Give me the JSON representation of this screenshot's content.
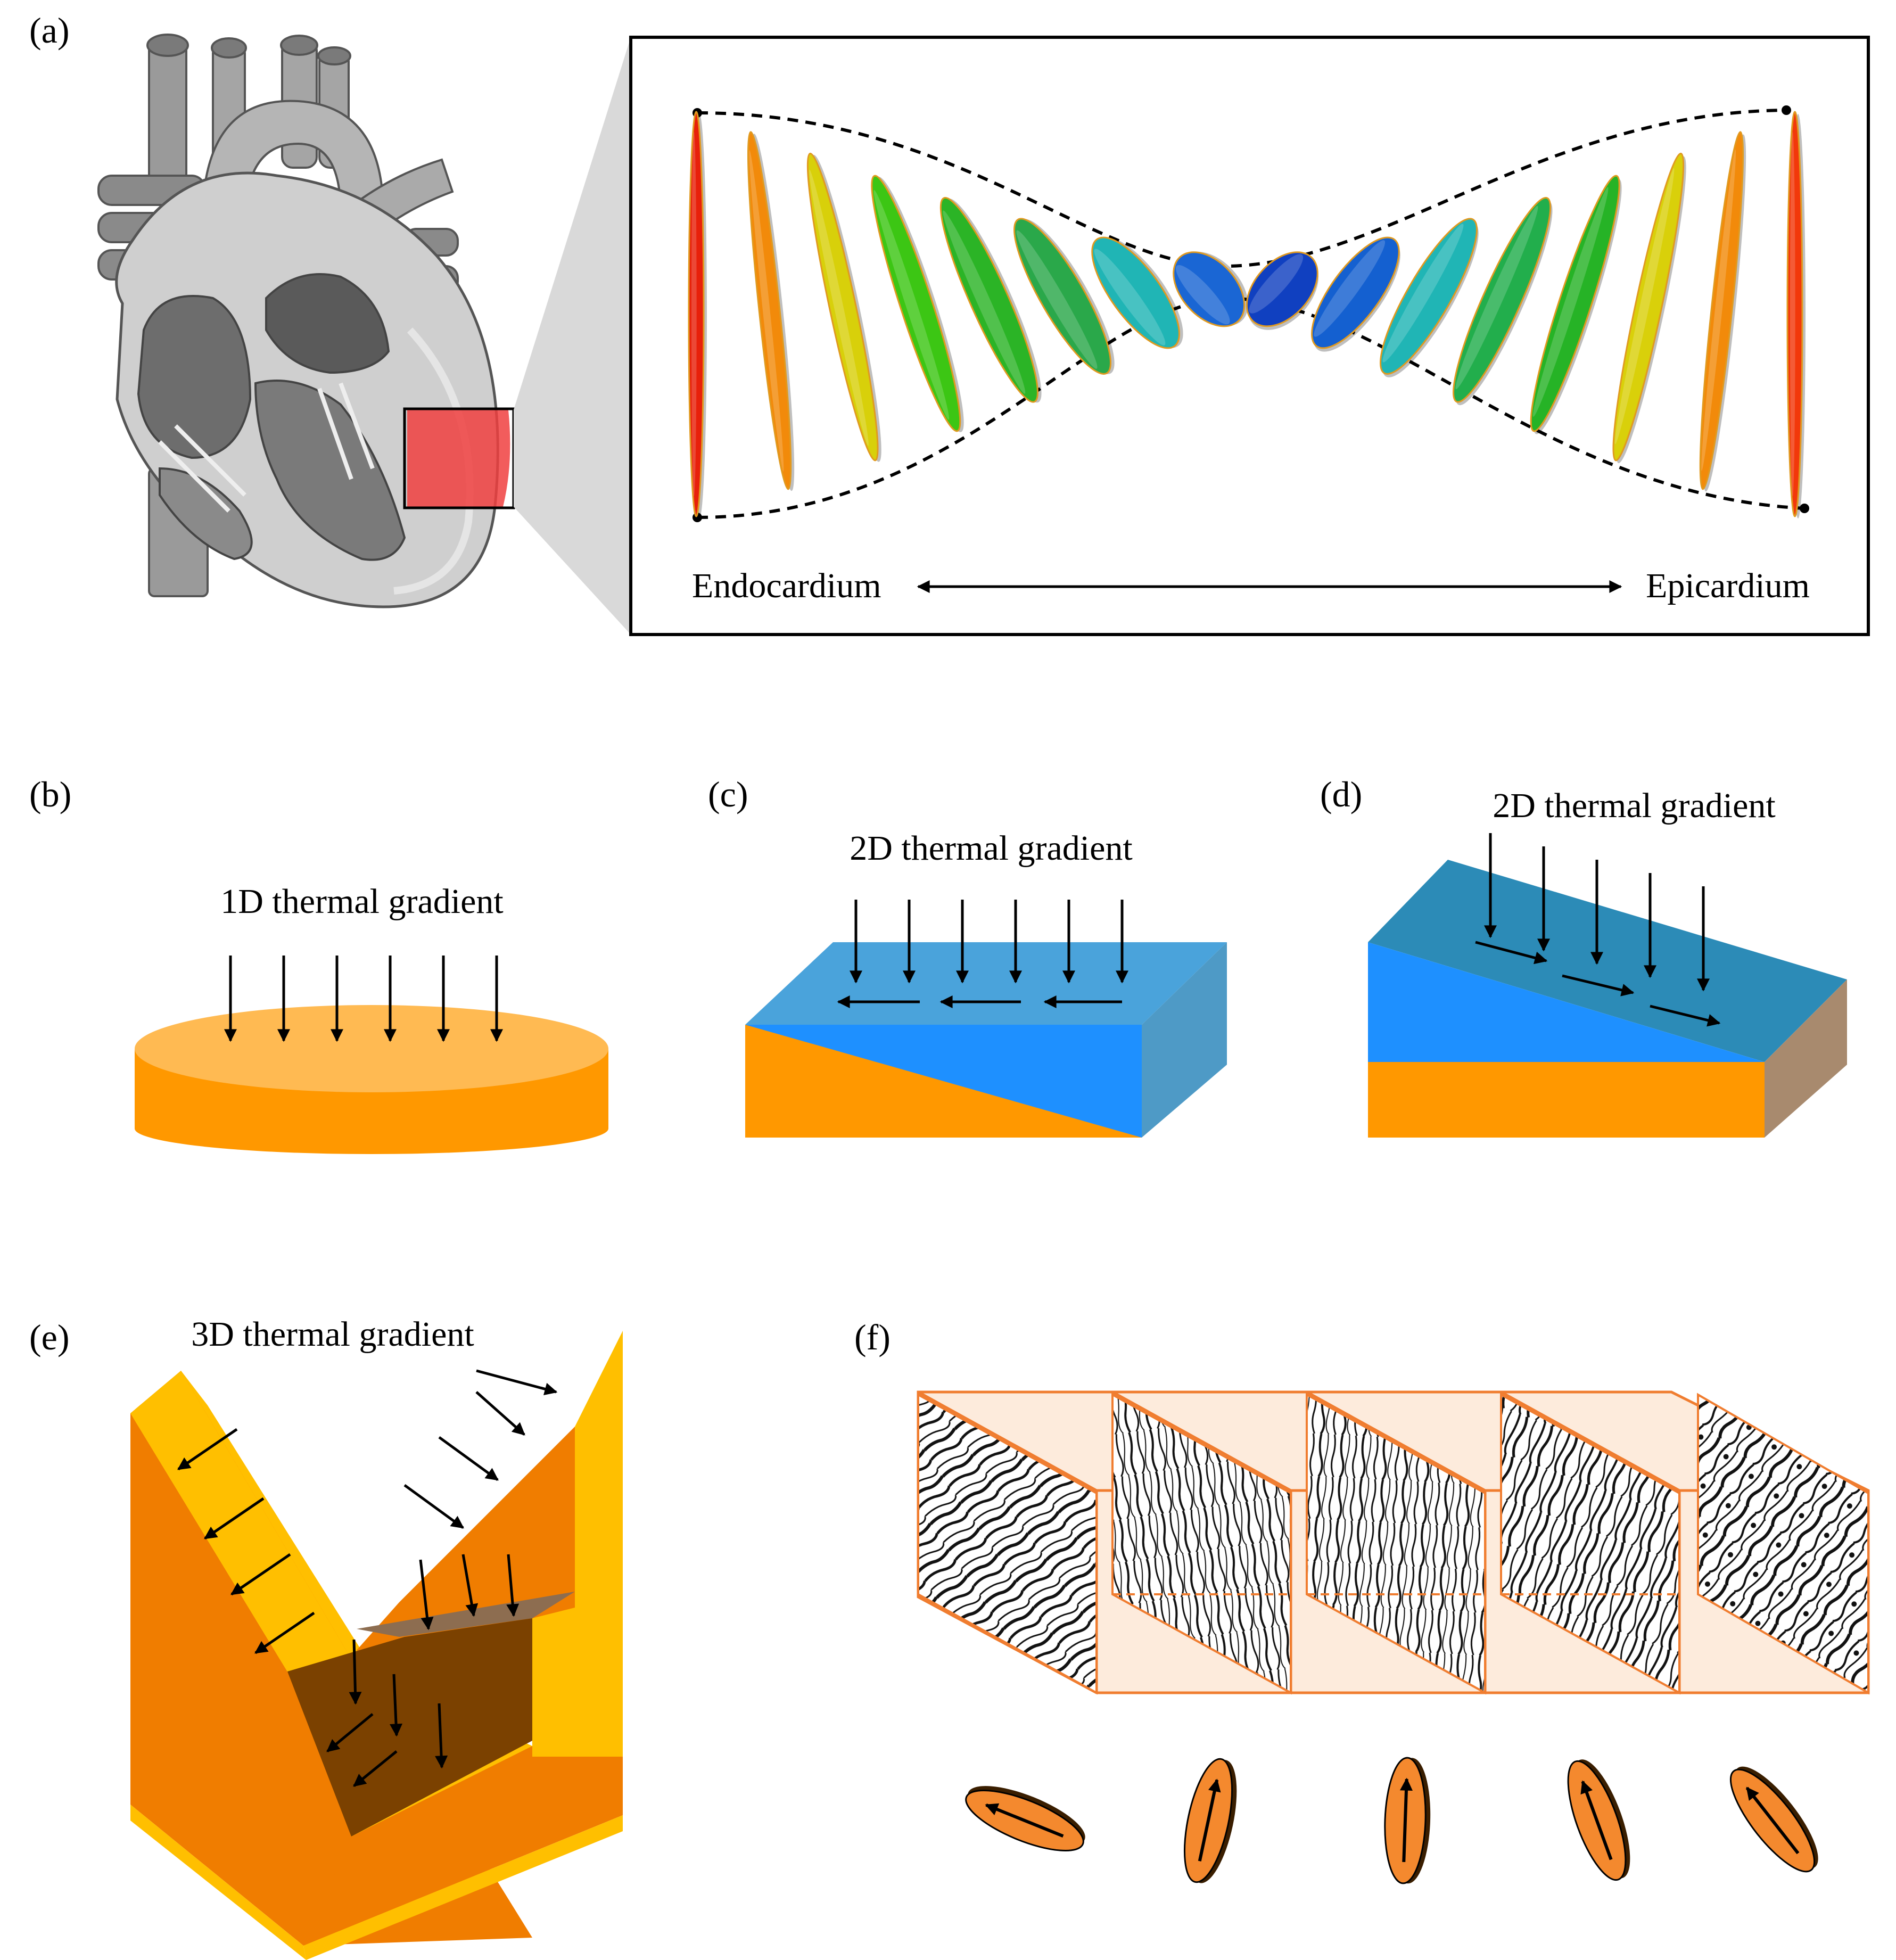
{
  "panel_labels": [
    "(a)",
    "(b)",
    "(c)",
    "(d)",
    "(e)",
    "(f)"
  ],
  "panel_a": {
    "left_label": "Endocardium",
    "right_label": "Epicardium",
    "fiber_colors": [
      "#e8200a",
      "#f28a0a",
      "#d8d00a",
      "#3cc614",
      "#2bb426",
      "#2aa84a",
      "#20b5b5",
      "#1a66d4",
      "#1040c0",
      "#1460d0",
      "#20b5b5",
      "#22ae4c",
      "#26b326",
      "#d9d00a",
      "#f28a0a",
      "#f2380a"
    ]
  },
  "panel_b": {
    "label": "1D thermal gradient"
  },
  "panel_c": {
    "label": "2D thermal gradient"
  },
  "panel_d": {
    "label": "2D thermal gradient"
  },
  "panel_e": {
    "label": "3D thermal gradient"
  },
  "colors": {
    "orange": "#ff9800",
    "blue": "#1e90ff",
    "gold": "#ffbf00",
    "dark_orange": "#f07d00",
    "brown": "#7b4100",
    "peach": "#fdebdc"
  }
}
